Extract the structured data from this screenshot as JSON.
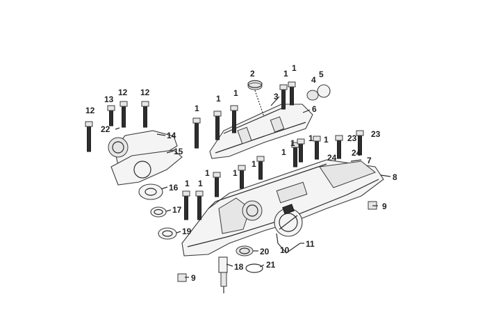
{
  "callouts": [
    {
      "id": "c1",
      "label": "1"
    },
    {
      "id": "c2",
      "label": "2"
    },
    {
      "id": "c3",
      "label": "3"
    },
    {
      "id": "c4",
      "label": "4"
    },
    {
      "id": "c5",
      "label": "5"
    },
    {
      "id": "c6",
      "label": "6"
    },
    {
      "id": "c7",
      "label": "7"
    },
    {
      "id": "c8",
      "label": "8"
    },
    {
      "id": "c9",
      "label": "9"
    },
    {
      "id": "c10",
      "label": "10"
    },
    {
      "id": "c11",
      "label": "11"
    },
    {
      "id": "c12",
      "label": "12"
    },
    {
      "id": "c13",
      "label": "13"
    },
    {
      "id": "c14",
      "label": "14"
    },
    {
      "id": "c15",
      "label": "15"
    },
    {
      "id": "c16",
      "label": "16"
    },
    {
      "id": "c17",
      "label": "17"
    },
    {
      "id": "c18",
      "label": "18"
    },
    {
      "id": "c19",
      "label": "19"
    },
    {
      "id": "c20",
      "label": "20"
    },
    {
      "id": "c21",
      "label": "21"
    },
    {
      "id": "c22",
      "label": "22"
    },
    {
      "id": "c23",
      "label": "23"
    },
    {
      "id": "c24",
      "label": "24"
    }
  ]
}
